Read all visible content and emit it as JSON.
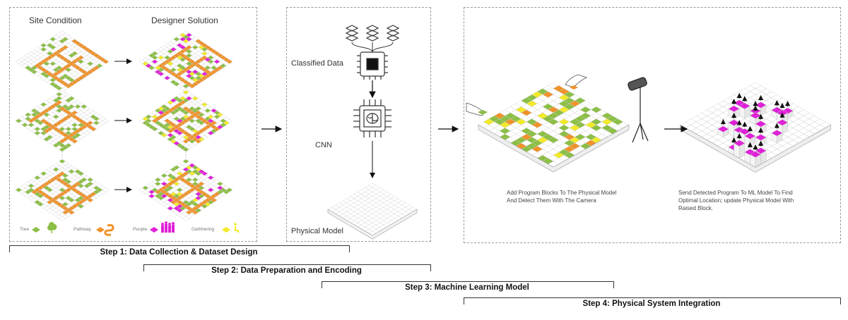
{
  "panel1": {
    "site_condition": "Site Condition",
    "designer_solution": "Designer Solution",
    "legend": [
      {
        "label": "Tree",
        "color": "#8cbf45",
        "icon": "tree-icon"
      },
      {
        "label": "Pathway",
        "color": "#f0922a",
        "icon": "pathway-icon"
      },
      {
        "label": "People",
        "color": "#e020d8",
        "icon": "people-icon"
      },
      {
        "label": "Gathhering",
        "color": "#f2ea28",
        "icon": "bench-icon"
      }
    ]
  },
  "panel2": {
    "classified_data": "Classified Data",
    "cnn": "CNN",
    "physical_model": "Physical Model"
  },
  "panel3": {
    "caption_left": "Add Program Blocks To The Physical Model\nAnd Detect Them With The Camera",
    "caption_right": "Send Detected Program To ML Model To Find\nOptimal Location; update Physical Model With\nRaised Block."
  },
  "steps": [
    "Step 1: Data Collection & Dataset Design",
    "Step 2: Data Preparation and Encoding",
    "Step 3: Machine Learning Model",
    "Step 4: Physical System Integration"
  ],
  "colors": {
    "tree": "#8cbf45",
    "pathway": "#f0922a",
    "people": "#e020d8",
    "gathering": "#f2ea28"
  }
}
